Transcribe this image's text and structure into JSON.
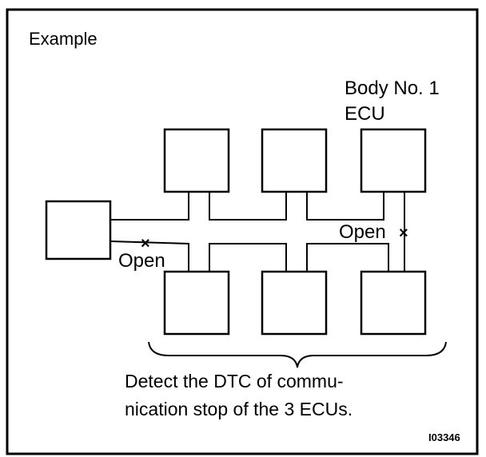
{
  "diagram": {
    "title": "Example",
    "body_ecu_label_line1": "Body No. 1",
    "body_ecu_label_line2": "ECU",
    "open_label_left": "Open",
    "open_label_right": "Open",
    "break_mark": "×",
    "caption_line1": "Detect the DTC of commu-",
    "caption_line2": "nication stop of the 3 ECUs.",
    "figure_code": "I03346"
  }
}
